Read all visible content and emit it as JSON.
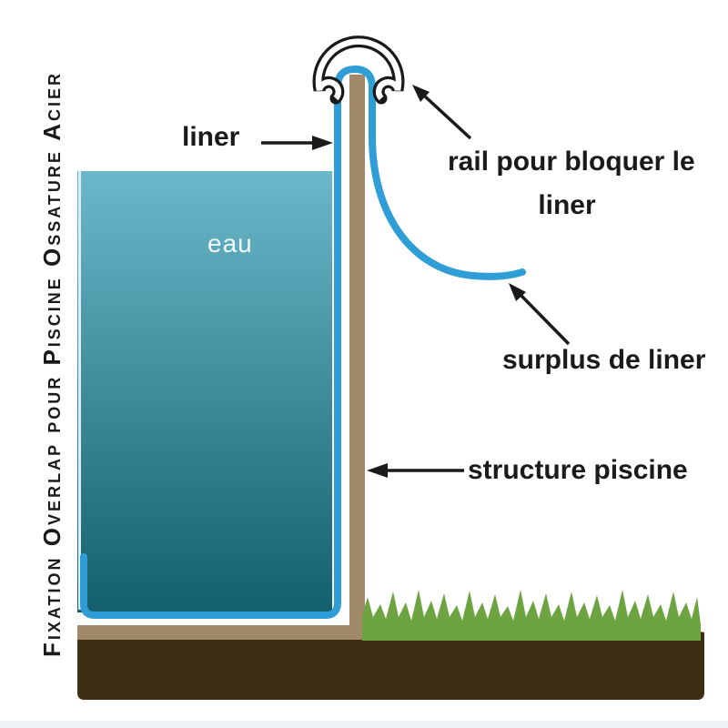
{
  "sidebar": {
    "title": "Fixation Overlap pour Piscine Ossature Acier"
  },
  "diagram": {
    "water_label": "eau",
    "labels": {
      "liner": "liner",
      "rail_line1": "rail pour bloquer le",
      "rail_line2": "liner",
      "surplus": "surplus de liner",
      "structure": "structure piscine"
    },
    "colors": {
      "water_top": "#6ab8ca",
      "water_bottom": "#135f6d",
      "water_edge": "#d8eef4",
      "liner_blue": "#2f9ed7",
      "wall_tan": "#a18a69",
      "soil_brown": "#3c2d13",
      "grass_green": "#6da441",
      "ink": "#1a1a1a",
      "water_text": "#f2fafc",
      "footer_strip": "#eef4f6"
    }
  }
}
